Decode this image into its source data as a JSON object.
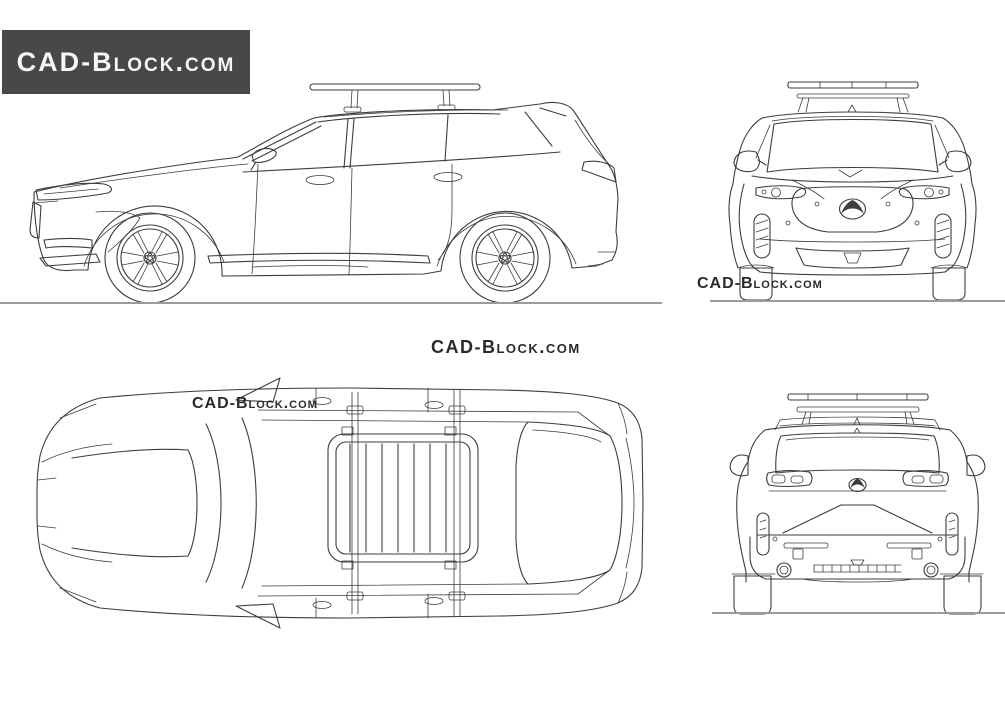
{
  "palette": {
    "background": "#ffffff",
    "line": "#3d3d3d",
    "ground_line": "#9b9b9b",
    "logo_background": "#484848",
    "logo_text": "#f7f7f7",
    "watermark_text": "#2a2a2a"
  },
  "logo_badge": {
    "text": "CAD-Block.com"
  },
  "watermarks": {
    "top_view": "CAD-Block.com",
    "center": "CAD-Block.com",
    "front_view": "CAD-Block.com"
  },
  "icons": {
    "grille_emblem": "mazda-logo-icon",
    "tailgate_emblem": "mazda-logo-icon"
  }
}
